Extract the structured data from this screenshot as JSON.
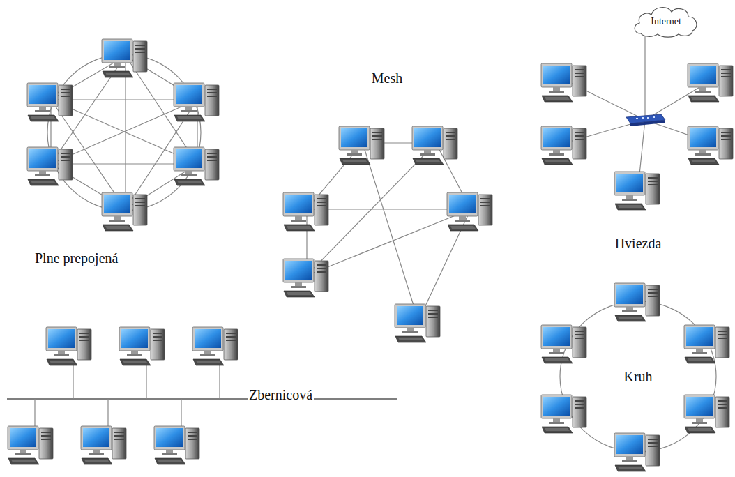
{
  "diagram": {
    "nodes": [
      {
        "text": [
          "Internet"
        ]
      }
    ],
    "labels": [
      "Plne prepojená",
      "Mesh",
      "Hviezda",
      "Kruh",
      "Zbernicová"
    ]
  }
}
